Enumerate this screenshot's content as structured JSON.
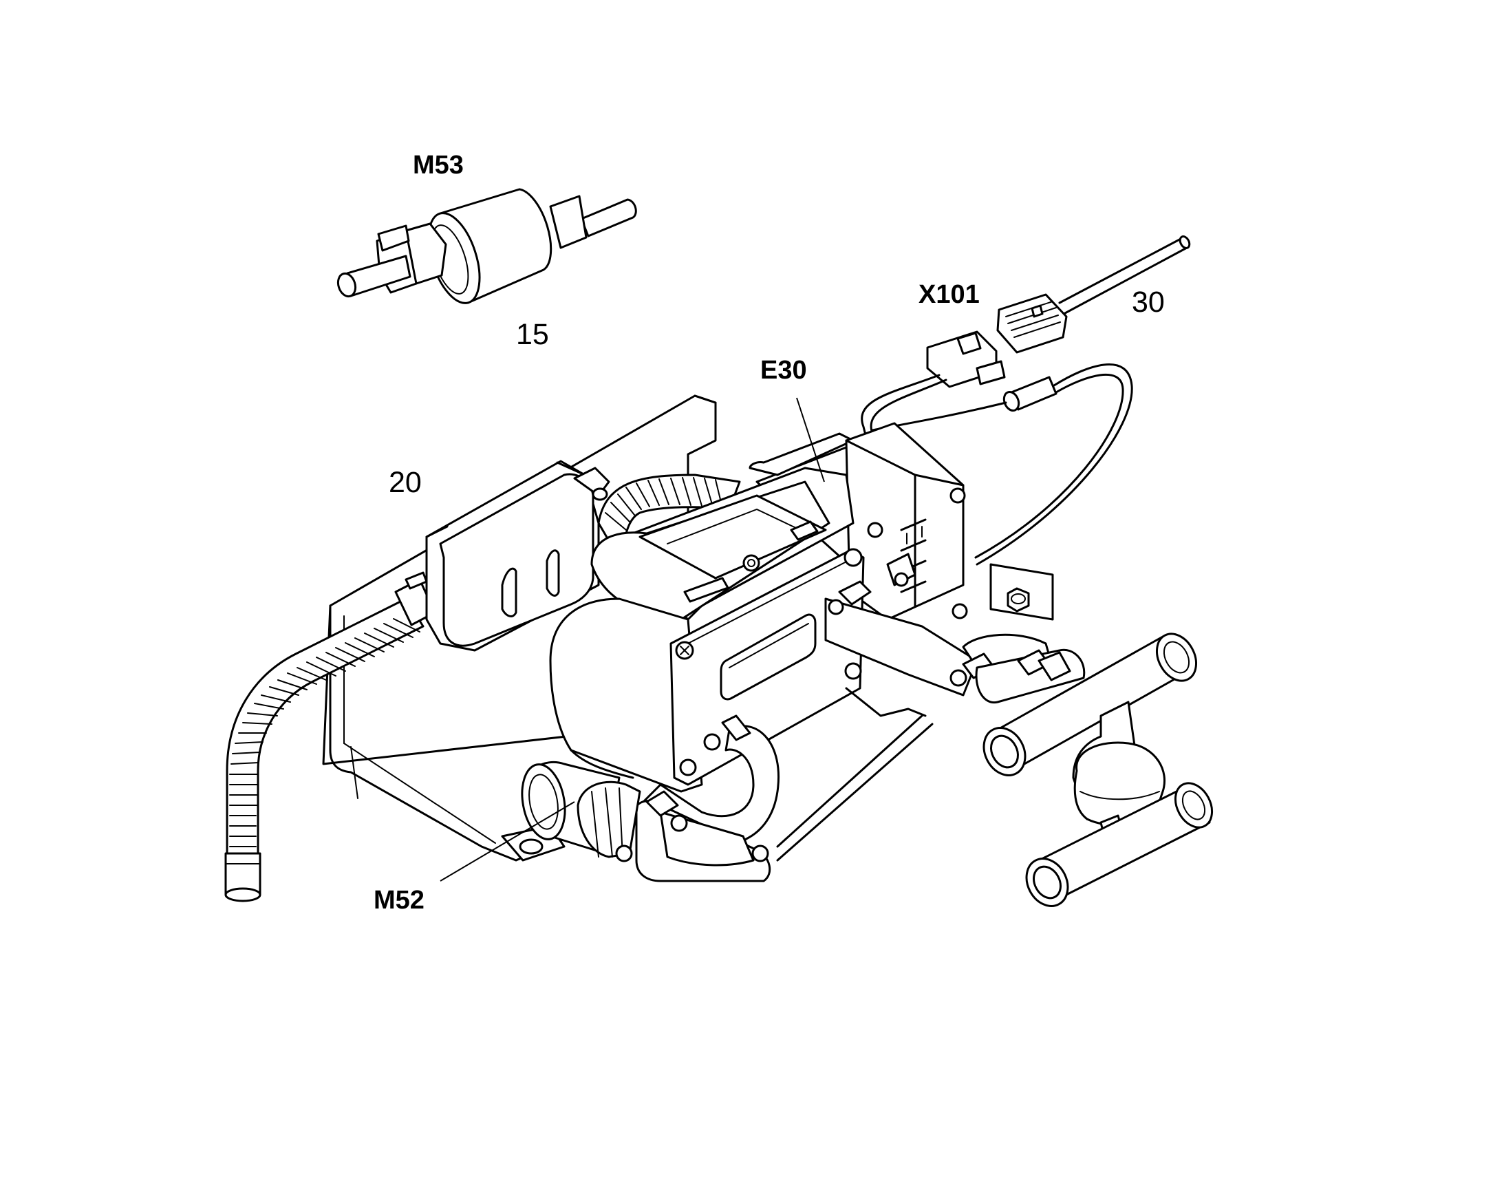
{
  "labels": {
    "m53": "M53",
    "n15": "15",
    "x101": "X101",
    "n30": "30",
    "e30": "E30",
    "n20": "20",
    "m52": "M52"
  }
}
